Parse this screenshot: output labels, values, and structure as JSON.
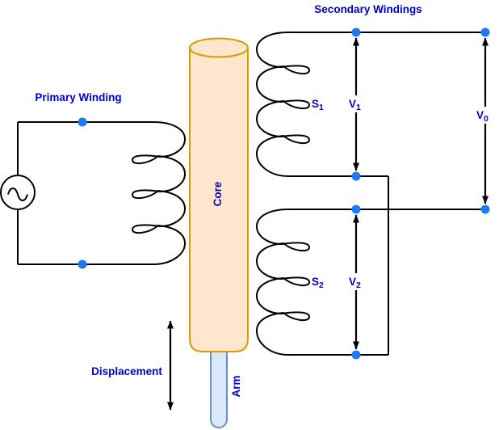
{
  "title": "Secondary Windings",
  "labels": {
    "primary_winding": "Primary Winding",
    "core": "Core",
    "arm": "Arm",
    "displacement": "Displacement",
    "s1": {
      "base": "S",
      "sub": "1"
    },
    "s2": {
      "base": "S",
      "sub": "2"
    },
    "v1": {
      "base": "V",
      "sub": "1"
    },
    "v2": {
      "base": "V",
      "sub": "2"
    },
    "v0": {
      "base": "V",
      "sub": "0"
    }
  },
  "colors": {
    "label_blue": "#0000cc",
    "terminal_dot_blue": "#1e7af2",
    "wire_black": "#000000",
    "core_fill": "#ffe6cc",
    "core_stroke": "#d79b00",
    "arm_fill": "#dae8fc",
    "arm_stroke": "#6c8ebf"
  }
}
